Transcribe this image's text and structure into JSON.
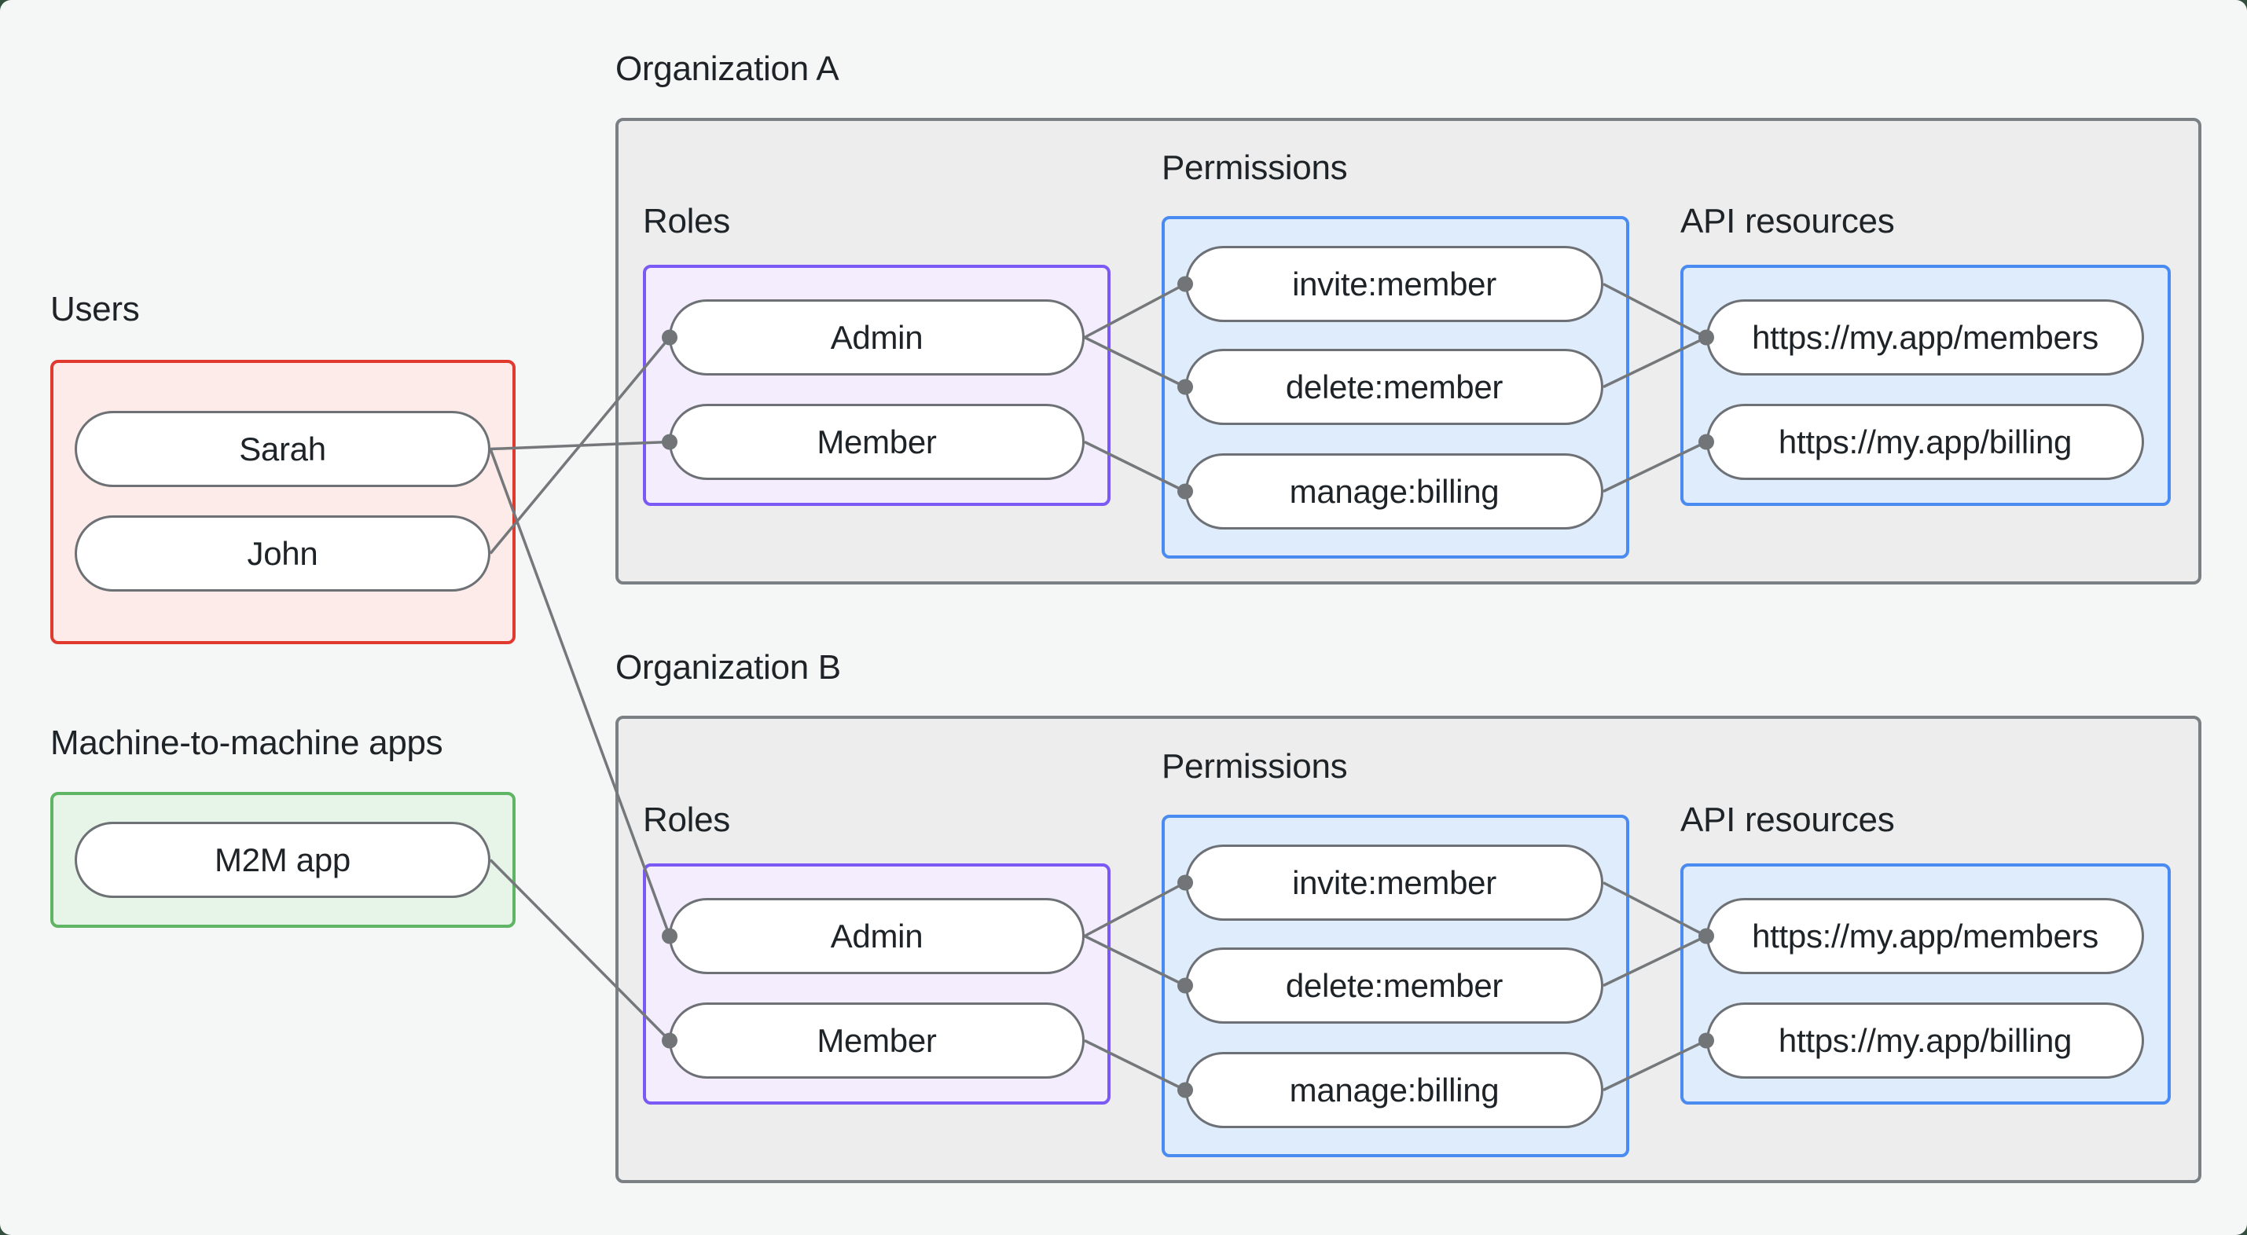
{
  "groups": {
    "users": {
      "label": "Users"
    },
    "m2m": {
      "label": "Machine-to-machine apps"
    }
  },
  "nodes": {
    "sarah": {
      "label": "Sarah"
    },
    "john": {
      "label": "John"
    },
    "m2m_app": {
      "label": "M2M app"
    }
  },
  "orgs": {
    "a": {
      "title": "Organization A",
      "roles_label": "Roles",
      "permissions_label": "Permissions",
      "api_label": "API resources",
      "roles": {
        "admin": "Admin",
        "member": "Member"
      },
      "permissions": {
        "invite": "invite:member",
        "delete": "delete:member",
        "manage": "manage:billing"
      },
      "api": {
        "members": "https://my.app/members",
        "billing": "https://my.app/billing"
      }
    },
    "b": {
      "title": "Organization B",
      "roles_label": "Roles",
      "permissions_label": "Permissions",
      "api_label": "API resources",
      "roles": {
        "admin": "Admin",
        "member": "Member"
      },
      "permissions": {
        "invite": "invite:member",
        "delete": "delete:member",
        "manage": "manage:billing"
      },
      "api": {
        "members": "https://my.app/members",
        "billing": "https://my.app/billing"
      }
    }
  },
  "edges": [
    {
      "from": "users.sarah",
      "to": "orgA.roles.member"
    },
    {
      "from": "users.john",
      "to": "orgA.roles.admin"
    },
    {
      "from": "users.sarah",
      "to": "orgB.roles.admin"
    },
    {
      "from": "m2m.app",
      "to": "orgB.roles.member"
    },
    {
      "from": "orgA.roles.admin",
      "to": "orgA.permissions.invite"
    },
    {
      "from": "orgA.roles.admin",
      "to": "orgA.permissions.delete"
    },
    {
      "from": "orgA.roles.member",
      "to": "orgA.permissions.manage"
    },
    {
      "from": "orgA.permissions.invite",
      "to": "orgA.api.members"
    },
    {
      "from": "orgA.permissions.delete",
      "to": "orgA.api.members"
    },
    {
      "from": "orgA.permissions.manage",
      "to": "orgA.api.billing"
    },
    {
      "from": "orgB.roles.admin",
      "to": "orgB.permissions.invite"
    },
    {
      "from": "orgB.roles.admin",
      "to": "orgB.permissions.delete"
    },
    {
      "from": "orgB.roles.member",
      "to": "orgB.permissions.manage"
    },
    {
      "from": "orgB.permissions.invite",
      "to": "orgB.api.members"
    },
    {
      "from": "orgB.permissions.delete",
      "to": "orgB.api.members"
    },
    {
      "from": "orgB.permissions.manage",
      "to": "orgB.api.billing"
    }
  ],
  "colors": {
    "background": "#f5f7f6",
    "frame": "#33503f",
    "users_border": "#e03a2e",
    "users_fill": "#fcebe8",
    "m2m_border": "#5fb563",
    "m2m_fill": "#e7f4e8",
    "org_border": "#7b8084",
    "org_fill": "#ecedec",
    "roles_border": "#7b59f4",
    "roles_fill": "#f3edfd",
    "permissions_border": "#4a8bf2",
    "permissions_fill": "#dfecfb",
    "pill_border": "#6d7175",
    "connector": "#75787b",
    "text": "#1e2328"
  }
}
